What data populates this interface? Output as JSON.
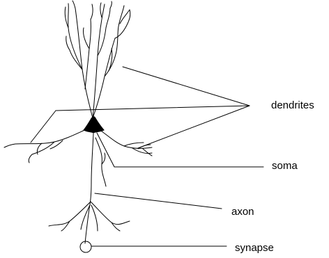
{
  "labels": {
    "dendrites": "dendrites",
    "soma": "soma",
    "axon": "axon",
    "synapse": "synapse"
  },
  "colors": {
    "stroke": "#000000",
    "soma_fill": "#000000",
    "background": "#ffffff"
  }
}
